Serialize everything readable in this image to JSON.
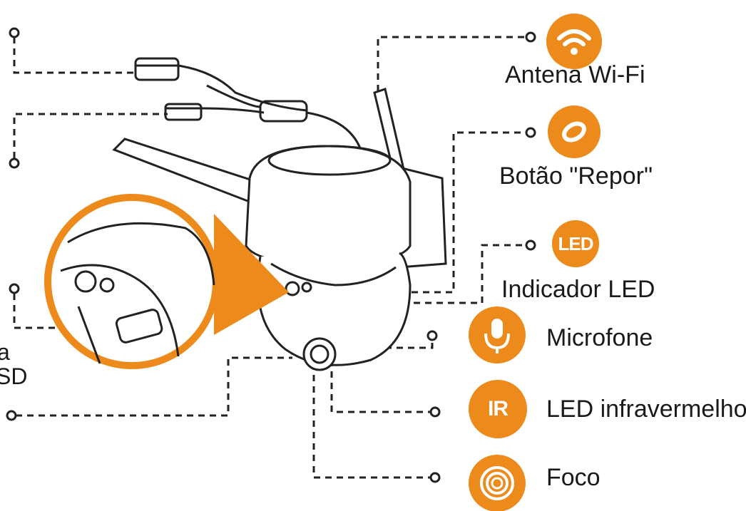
{
  "labels": {
    "wifi": "Antena Wi-Fi",
    "reset": "Botão \"Repor\"",
    "led": "Indicador LED",
    "mic": "Microfone",
    "ir": "LED infravermelho",
    "focus": "Foco"
  },
  "badges": {
    "led_text": "LED",
    "ir_text": "IR"
  },
  "cut_off_left": [
    "a",
    "SD"
  ],
  "colors": {
    "accent": "#ec8a1c",
    "line": "#222222"
  },
  "icons": [
    "wifi-icon",
    "reset-icon",
    "led-badge",
    "microphone-icon",
    "ir-badge",
    "focus-icon"
  ]
}
